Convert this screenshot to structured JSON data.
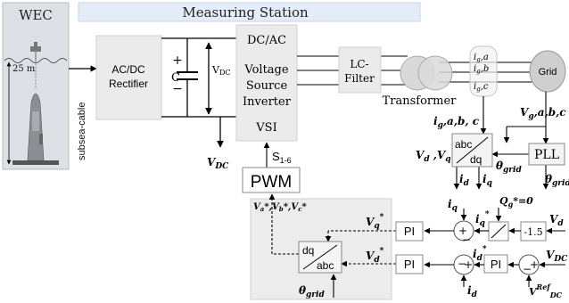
{
  "wec": {
    "title": "WEC",
    "depth_label": "25 m"
  },
  "cable_label": "subsea-cable",
  "station_title": "Measuring Station",
  "rectifier": {
    "line1": "AC/DC",
    "line2": "Rectifier"
  },
  "dc_link": {
    "plus": "+",
    "minus": "−",
    "cap": "C",
    "vdc_top": "V",
    "vdc_top_sub": "DC"
  },
  "vsi": {
    "line1": "DC/AC",
    "line2": "Voltage",
    "line3": "Source",
    "line4": "Inverter",
    "line5": "VSI"
  },
  "vdc_out": {
    "base": "V",
    "sub": "DC"
  },
  "lc_filter": {
    "line1": "LC-",
    "line2": "Filter"
  },
  "transformer_label": "Transformer",
  "grid_label": "Grid",
  "currents": {
    "iga": {
      "base": "i",
      "sub": "g",
      "rest": ",a"
    },
    "igb": {
      "base": "i",
      "sub": "g",
      "rest": ",b"
    },
    "igc": {
      "base": "i",
      "sub": "g",
      "rest": ",c"
    }
  },
  "iabc_label": {
    "base": "i",
    "sub": "g",
    "rest": ",a,b, c"
  },
  "vabc_label": {
    "base": "V",
    "sub": "g",
    "rest": ",a,b,c"
  },
  "abcdq": {
    "top": "abc",
    "bottom": "dq"
  },
  "pll_label": "PLL",
  "vd_vq": {
    "a": "V",
    "a_sub": "d",
    "sep": " ,",
    "b": "V",
    "b_sub": "q"
  },
  "theta1": {
    "base": "θ",
    "sub": "grid"
  },
  "theta2": {
    "base": "θ",
    "sub": "grid"
  },
  "id_label": {
    "base": "i",
    "sub": "d"
  },
  "iq_label": {
    "base": "i",
    "sub": "q"
  },
  "s16": {
    "base": "S",
    "sub": "1-6"
  },
  "pwm_label": "PWM",
  "vabc_star": "Vₐ*,Vᵦ*,V꜀*",
  "vabc_star_parts": [
    {
      "base": "V",
      "sub": "a",
      "star": "*,"
    },
    {
      "base": "V",
      "sub": "b",
      "star": "*,"
    },
    {
      "base": "V",
      "sub": "c",
      "star": "*"
    }
  ],
  "dqabc": {
    "top": "dq",
    "bottom": "abc"
  },
  "theta3": {
    "base": "θ",
    "sub": "grid"
  },
  "vq_star": {
    "base": "V",
    "sub": "q",
    "sup": "*"
  },
  "vd_star": {
    "base": "V",
    "sub": "d",
    "sup": "*"
  },
  "pi_label": "PI",
  "qg_star": {
    "base": "Q",
    "sub": "g",
    "rest": "*=0"
  },
  "iq_meas": {
    "base": "i",
    "sub": "q"
  },
  "iq_star": {
    "base": "i",
    "sub": "q",
    "sup": "*"
  },
  "gain_label": "-1.5",
  "vd_meas": {
    "base": "V",
    "sub": "d"
  },
  "id_star": {
    "base": "i",
    "sub": "d",
    "sup": "*"
  },
  "vdc_meas": {
    "base": "V",
    "sub": "DC"
  },
  "id_meas": {
    "base": "i",
    "sub": "d"
  },
  "vref": {
    "base": "V",
    "sup": "Ref",
    "sub": "DC"
  },
  "plus_sign": "+",
  "minus_sign": "−"
}
